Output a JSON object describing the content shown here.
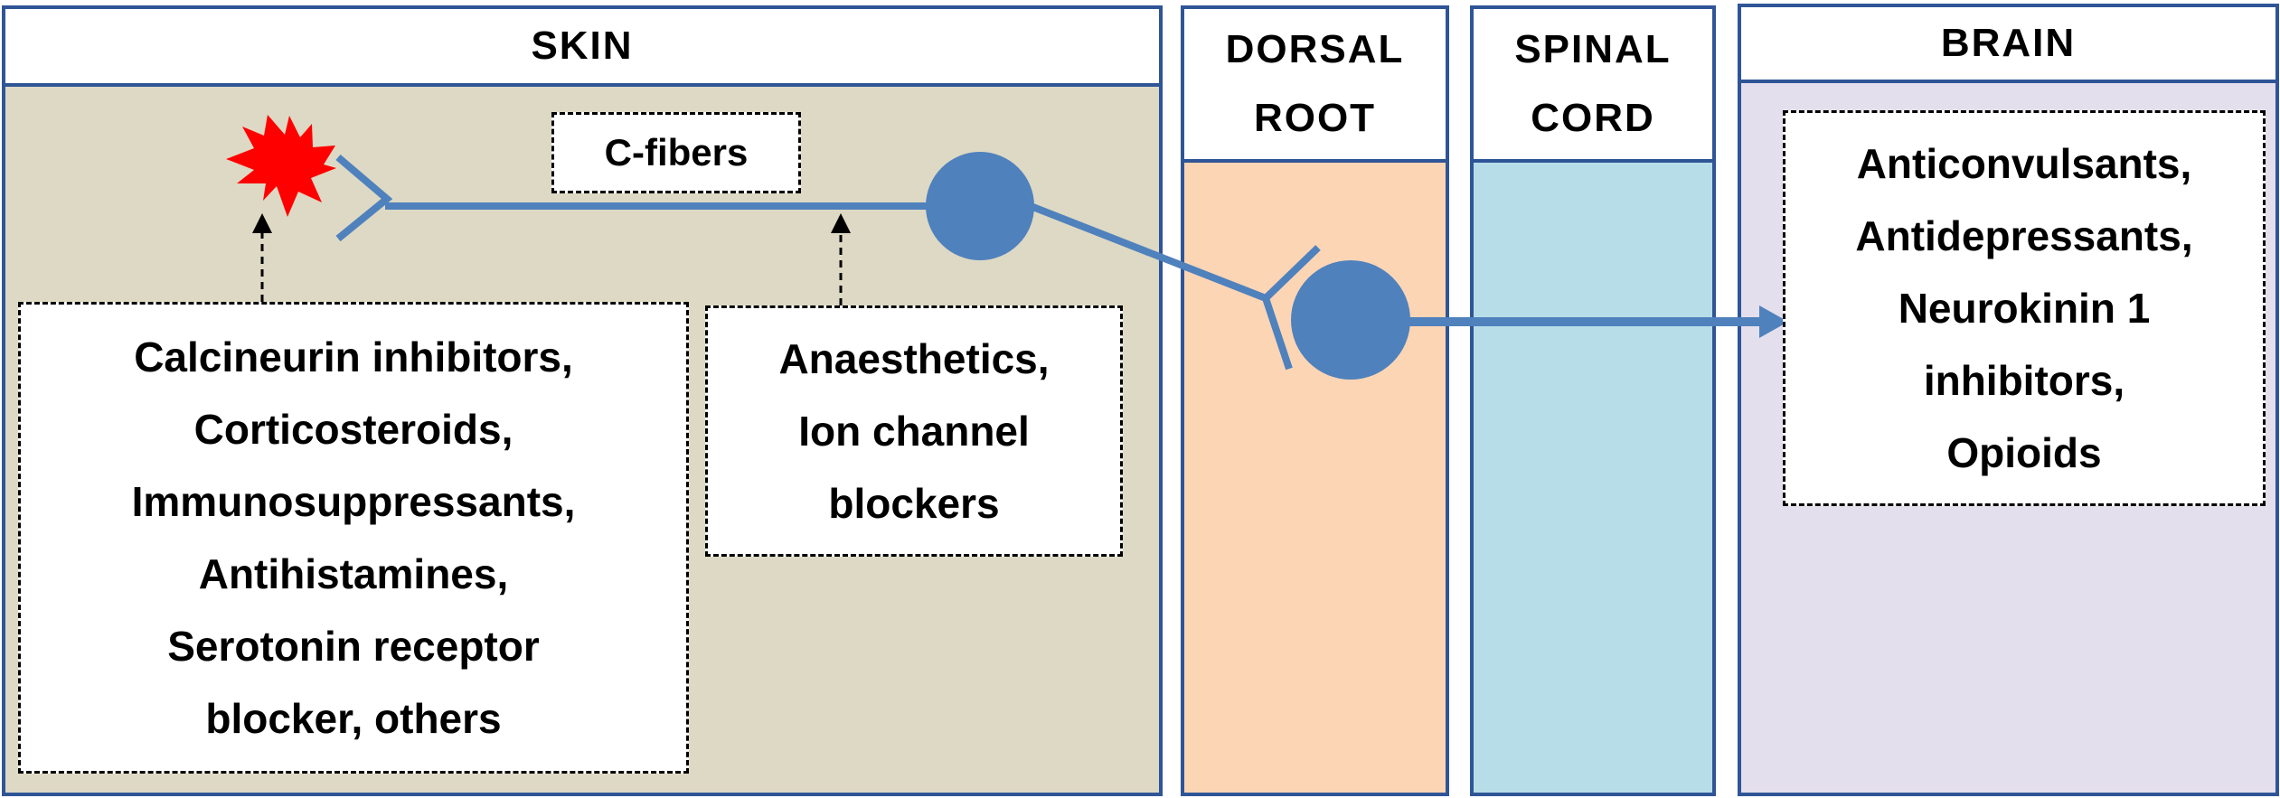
{
  "panels": {
    "skin": {
      "label": "SKIN"
    },
    "dorsal_root": {
      "label": "DORSAL\nROOT"
    },
    "spinal_cord": {
      "label": "SPINAL\nCORD"
    },
    "brain": {
      "label": "BRAIN"
    }
  },
  "colors": {
    "border": "#2f5597",
    "neuron": "#4f81bd",
    "skin_bg": "#ddd9c4",
    "dorsal_root_bg": "#fcd5b5",
    "spinal_cord_bg": "#b7dee8",
    "brain_bg": "#e4dfec",
    "itch_burst": "#ff0000"
  },
  "labels": {
    "c_fibers": "C-fibers"
  },
  "drug_boxes": {
    "skin_peripheral": {
      "lines": [
        "Calcineurin inhibitors,",
        "Corticosteroids,",
        "Immunosuppressants,",
        "Antihistamines,",
        "Serotonin receptor",
        "blocker, others"
      ]
    },
    "nerve_fiber": {
      "lines": [
        "Anaesthetics,",
        "Ion channel",
        "blockers"
      ]
    },
    "central": {
      "lines": [
        "Anticonvulsants,",
        "Antidepressants,",
        "Neurokinin 1",
        "inhibitors,",
        "Opioids"
      ]
    }
  },
  "icons": {
    "itch_stimulus": "red-starburst-icon",
    "arrowheads": "triangle-arrow-icon"
  }
}
